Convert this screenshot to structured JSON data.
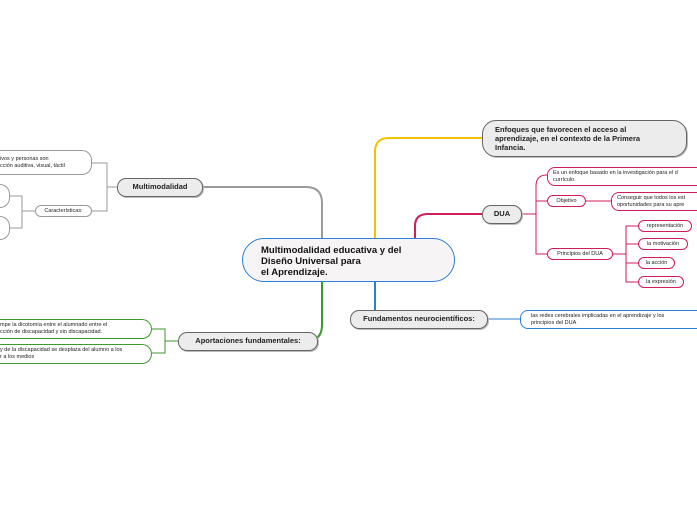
{
  "center": {
    "line1": "Multimodalidad educativa y del",
    "line2": "Diseño Universal para",
    "line3": "el Aprendizaje."
  },
  "enfoques": {
    "line1": "Enfoques que favorecen el acceso al",
    "line2": "aprendizaje, en el contexto de la Primera",
    "line3": "Infancia."
  },
  "dua": {
    "label": "DUA",
    "definition": {
      "line1": "Es un enfoque basado en la investigación para el d",
      "line2": "currículo."
    },
    "objetivo": {
      "label": "Objetivo",
      "text1": "Conseguir que todos los est",
      "text2": "oportunidades para su apre"
    },
    "principios": {
      "label": "Principios del DUA",
      "items": [
        "representación",
        "la motivación",
        "la acción",
        "la expresión"
      ]
    }
  },
  "fundamentos": {
    "label": "Fundamentos neurocientíficos:",
    "text1": "las redes cerebrales implicadas en el aprendizaje y los",
    "text2": "principios del DUA"
  },
  "multimodalidad": {
    "label": "Multimodalidad",
    "top_text1": "ivos y personas son",
    "top_text2": "cción auditiva, visual, táctil",
    "caracteristicas": "Características:"
  },
  "aportaciones": {
    "label": "Aportaciones fundamentales:",
    "item1_line1": "mpe la dicotomía entre el alumnado entre el",
    "item1_line2": "cción de discapacidad y sin discapacidad.",
    "item2_line1": "y de la discapacidad se desplaza del alumno a los",
    "item2_line2": "r a los medios"
  },
  "colors": {
    "yellow": "#f2c200",
    "pink": "#d21b5a",
    "blue": "#2a7fd6",
    "green": "#3a9a2a",
    "gray": "#8a8a8a"
  }
}
